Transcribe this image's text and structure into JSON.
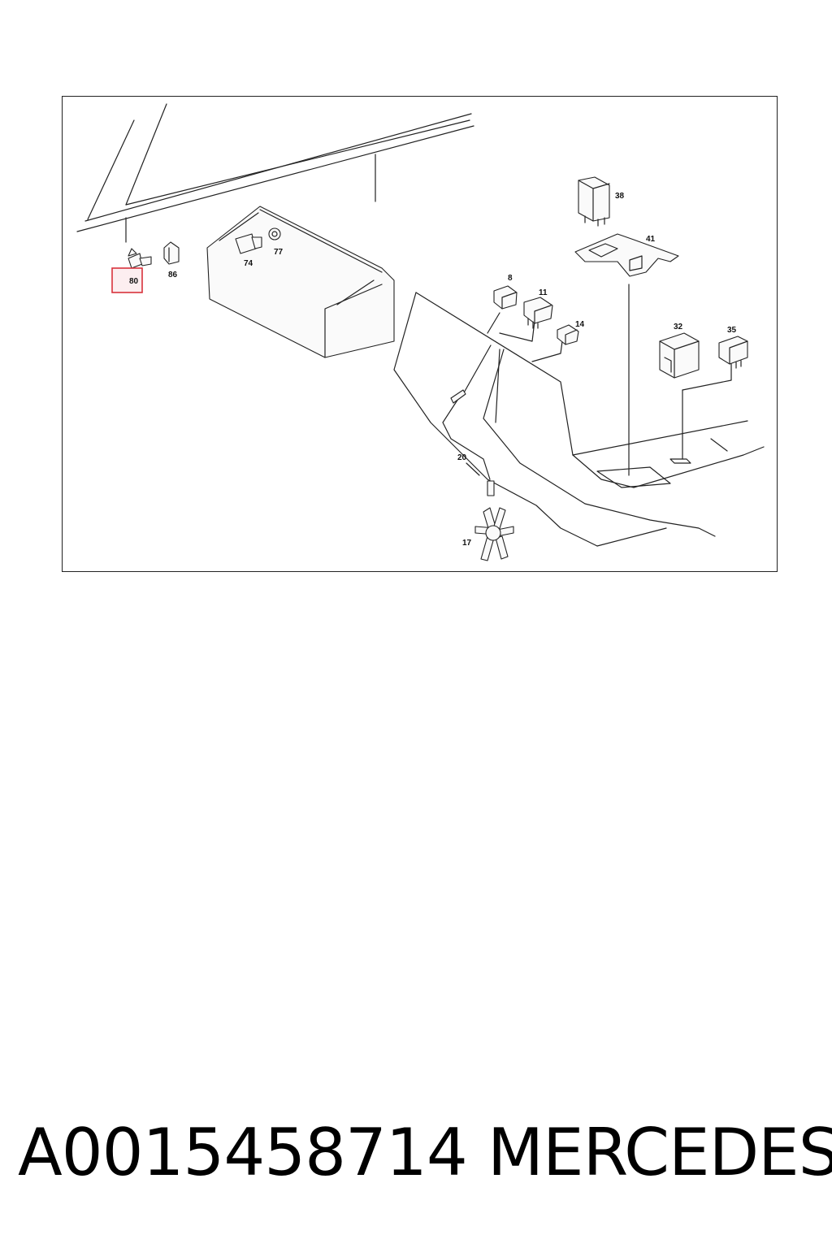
{
  "diagram": {
    "part_labels": {
      "p80": "80",
      "p86": "86",
      "p74": "74",
      "p77": "77",
      "p8": "8",
      "p11": "11",
      "p14": "14",
      "p38": "38",
      "p41": "41",
      "p32": "32",
      "p35": "35",
      "p20": "20",
      "p17": "17"
    },
    "highlighted_part": "80",
    "highlight_color": "#d8323c"
  },
  "caption": {
    "part_number": "A0015458714",
    "brand": "MERCEDES"
  }
}
